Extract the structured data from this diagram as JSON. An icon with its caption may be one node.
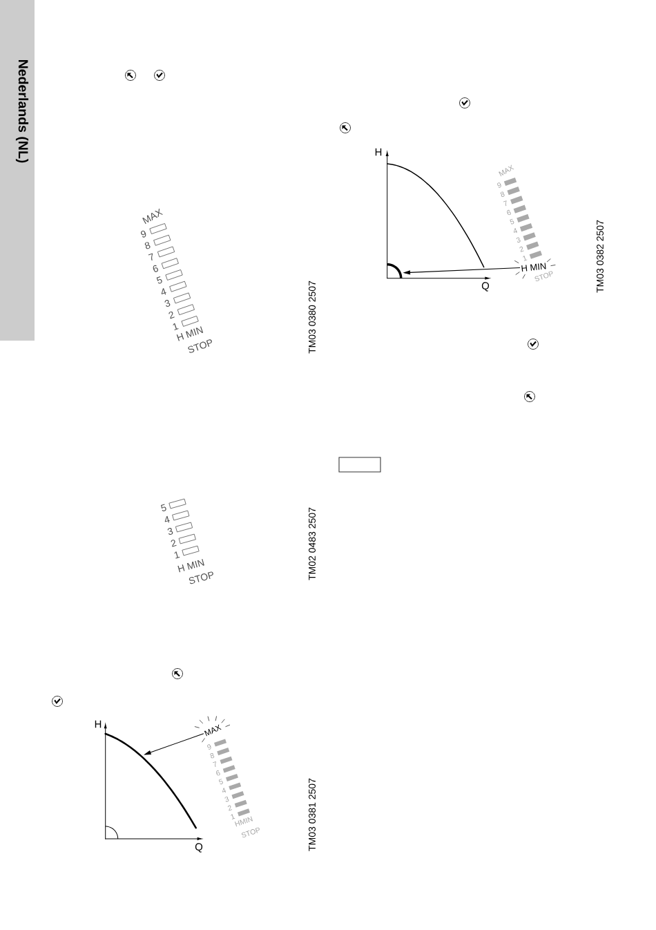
{
  "diagram": {
    "nodes": [
      {
        "text": [
          "MAX"
        ]
      },
      {
        "text": [],
        "shape": "curve"
      },
      {
        "text": [
          "H MIN"
        ]
      },
      {
        "text": [],
        "shape": "arc"
      }
    ],
    "edges": [
      {
        "from": 0,
        "to": 1,
        "arrow": "to"
      },
      {
        "from": 2,
        "to": 3,
        "arrow": "to"
      }
    ],
    "labels": [
      "Nederlands (NL)",
      "MAX",
      "9",
      "8",
      "7",
      "6",
      "5",
      "4",
      "3",
      "2",
      "1",
      "H MIN",
      "STOP",
      "TM03 0380 2507",
      "5",
      "4",
      "3",
      "2",
      "1",
      "H MIN",
      "STOP",
      "TM02 0483 2507",
      "H",
      "9",
      "8",
      "7",
      "6",
      "5",
      "4",
      "3",
      "2",
      "1",
      "HMIN",
      "STOP",
      "Q",
      "TM03 0381 2507",
      "H",
      "MAX",
      "9",
      "8",
      "7",
      "6",
      "5",
      "4",
      "3",
      "2",
      "1",
      "STOP",
      "Q",
      "TM03 0382 2507"
    ]
  }
}
